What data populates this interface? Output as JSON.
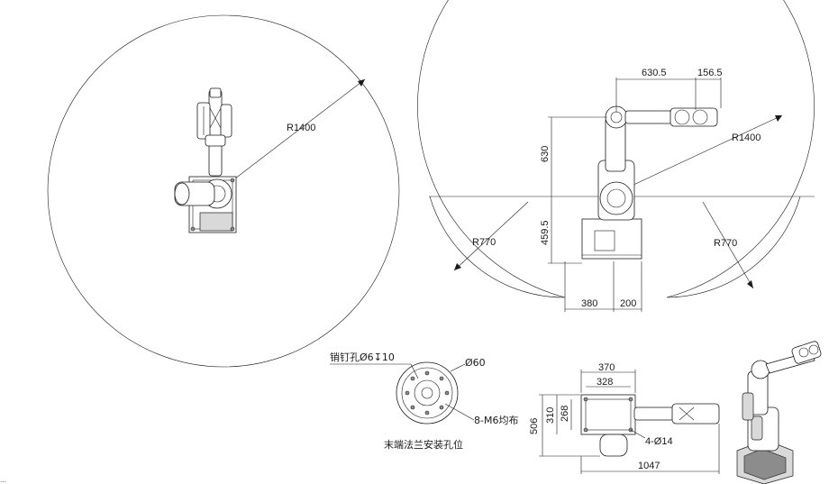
{
  "top_view": {
    "radius_label": "R1400"
  },
  "side_view": {
    "radius_label": "R1400",
    "left_radius_label": "R770",
    "right_radius_label": "R770",
    "dim_arm_horizontal": "630.5",
    "dim_wrist_horizontal": "156.5",
    "dim_upper_vertical": "630",
    "dim_base_vertical": "459.5",
    "dim_base_left": "380",
    "dim_base_right": "200"
  },
  "flange": {
    "pin_hole_label": "销钉孔Ø6↧10",
    "diameter_label": "Ø60",
    "thread_label": "8-M6均布",
    "caption": "末端法兰安装孔位"
  },
  "base_plan": {
    "dim_width_outer": "370",
    "dim_width_inner": "328",
    "dim_height_total": "506",
    "dim_height_mid": "310",
    "dim_height_inner": "268",
    "hole_label": "4-Ø14",
    "dim_total_length": "1047"
  },
  "footnote": "…"
}
